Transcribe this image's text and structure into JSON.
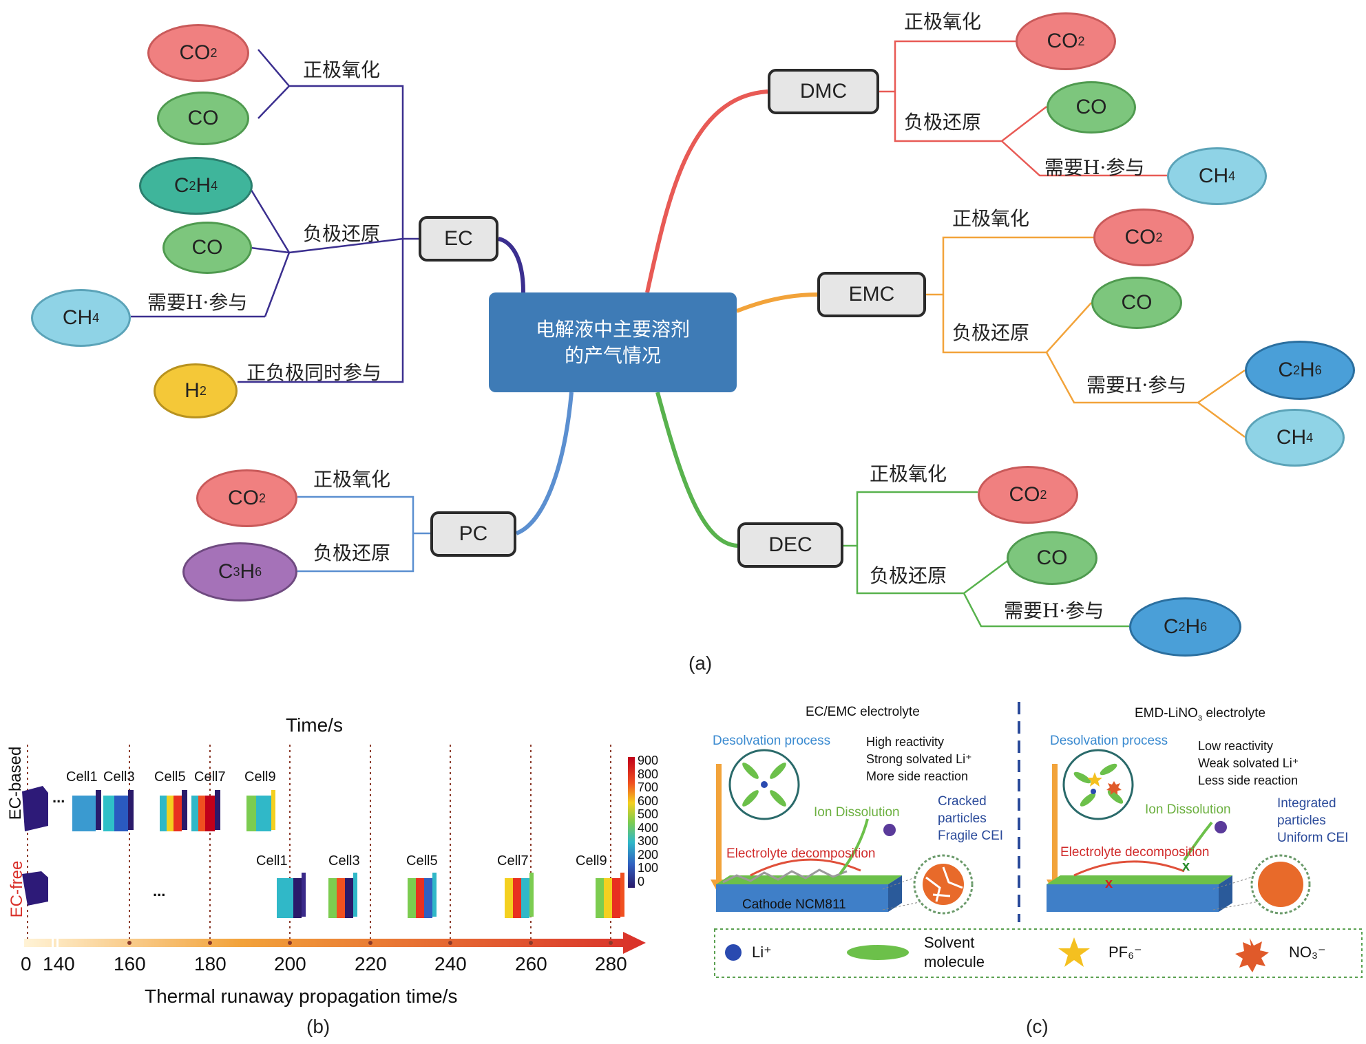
{
  "panel_a": {
    "center": "电解液中主要溶剂\n的产气情况",
    "caption": "(a)",
    "solvents": {
      "ec": "EC",
      "pc": "PC",
      "dmc": "DMC",
      "emc": "EMC",
      "dec": "DEC"
    },
    "ec": {
      "pos_ox": "正极氧化",
      "neg_red": "负极还原",
      "need_h": "需要H·参与",
      "both": "正负极同时参与"
    },
    "pc": {
      "pos_ox": "正极氧化",
      "neg_red": "负极还原"
    },
    "dmc": {
      "pos_ox": "正极氧化",
      "neg_red": "负极还原",
      "need_h": "需要H·参与"
    },
    "emc": {
      "pos_ox": "正极氧化",
      "neg_red": "负极还原",
      "need_h": "需要H·参与"
    },
    "dec": {
      "pos_ox": "正极氧化",
      "neg_red": "负极还原",
      "need_h": "需要H·参与"
    },
    "gas_co": "CO"
  },
  "panel_b": {
    "caption": "(b)",
    "top_title": "Time/s",
    "xlabel": "Thermal runaway propagation time/s",
    "ticks": [
      "0",
      "140",
      "160",
      "180",
      "200",
      "220",
      "240",
      "260",
      "280"
    ],
    "row_ec_based": "EC-based",
    "row_ec_free": "EC-free",
    "ellipsis": "...",
    "cells_top": [
      "Cell1",
      "Cell3",
      "Cell5",
      "Cell7",
      "Cell9"
    ],
    "cells_bottom": [
      "Cell1",
      "Cell3",
      "Cell5",
      "Cell7",
      "Cell9"
    ],
    "colorbar": [
      "900",
      "800",
      "700",
      "600",
      "500",
      "400",
      "300",
      "200",
      "100",
      "0"
    ],
    "colors": {
      "arrow": "#d9302a",
      "dotted": "#8b3a2a"
    }
  },
  "panel_c": {
    "caption": "(c)",
    "left": {
      "title": "EC/EMC electrolyte",
      "desolv": "Desolvation process",
      "props": [
        "High reactivity",
        "Strong solvated Li⁺",
        "More side reaction"
      ],
      "ion": "Ion Dissolution",
      "decomp": "Electrolyte decomposition",
      "cathode": "Cathode NCM811",
      "cei": [
        "Cracked",
        "particles",
        "Fragile CEI"
      ]
    },
    "right": {
      "title_pre": "EMD-LiNO",
      "title_sub": "3",
      "title_post": " electrolyte",
      "desolv": "Desolvation process",
      "props": [
        "Low reactivity",
        "Weak solvated Li⁺",
        "Less side reaction"
      ],
      "ion": "Ion Dissolution",
      "decomp": "Electrolyte decomposition",
      "cei": [
        "Integrated",
        "particles",
        "Uniform CEI"
      ]
    },
    "legend": {
      "li": "Li⁺",
      "solvent": [
        "Solvent",
        "molecule"
      ],
      "pf6": "PF₆⁻",
      "no3": "NO₃⁻"
    }
  }
}
